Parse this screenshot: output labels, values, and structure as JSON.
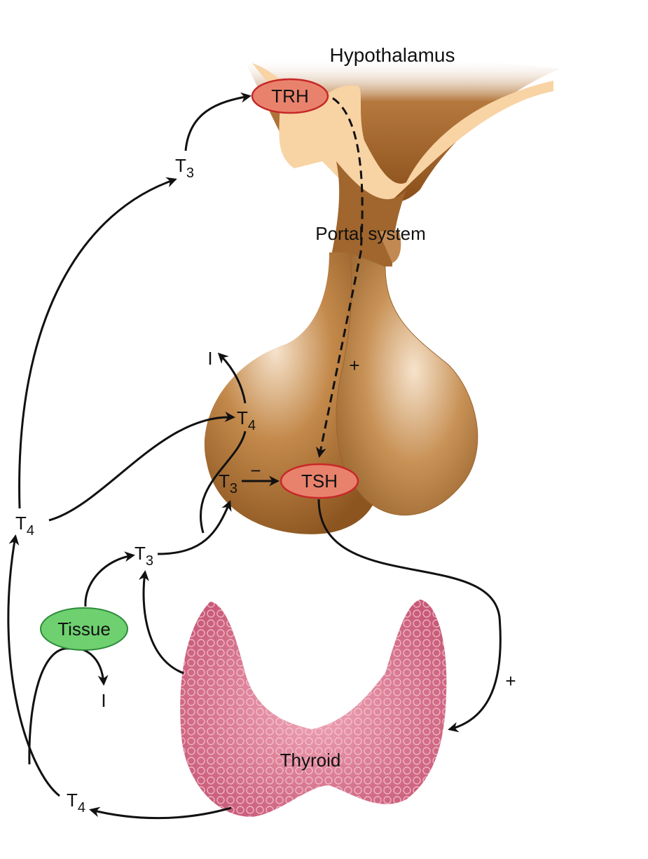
{
  "labels": {
    "hypothalamus": "Hypothalamus",
    "portal_system": "Portal system",
    "trh": "TRH",
    "tsh": "TSH",
    "tissue": "Tissue",
    "thyroid": "Thyroid",
    "plus_portal": "+",
    "plus_thyroid": "+",
    "minus": "−",
    "iodide_top": "I",
    "iodide_tissue": "I",
    "t": "T",
    "sub3": "3",
    "sub4": "4"
  },
  "colors": {
    "hormone_oval": "#e8826c",
    "hormone_border": "#c62828",
    "tissue_oval": "#6fd070",
    "tissue_border": "#2e8b3a",
    "pituitary": "#a86b30",
    "hypothalamus_light": "#f8d3a4",
    "thyroid": "#dc7d96"
  }
}
